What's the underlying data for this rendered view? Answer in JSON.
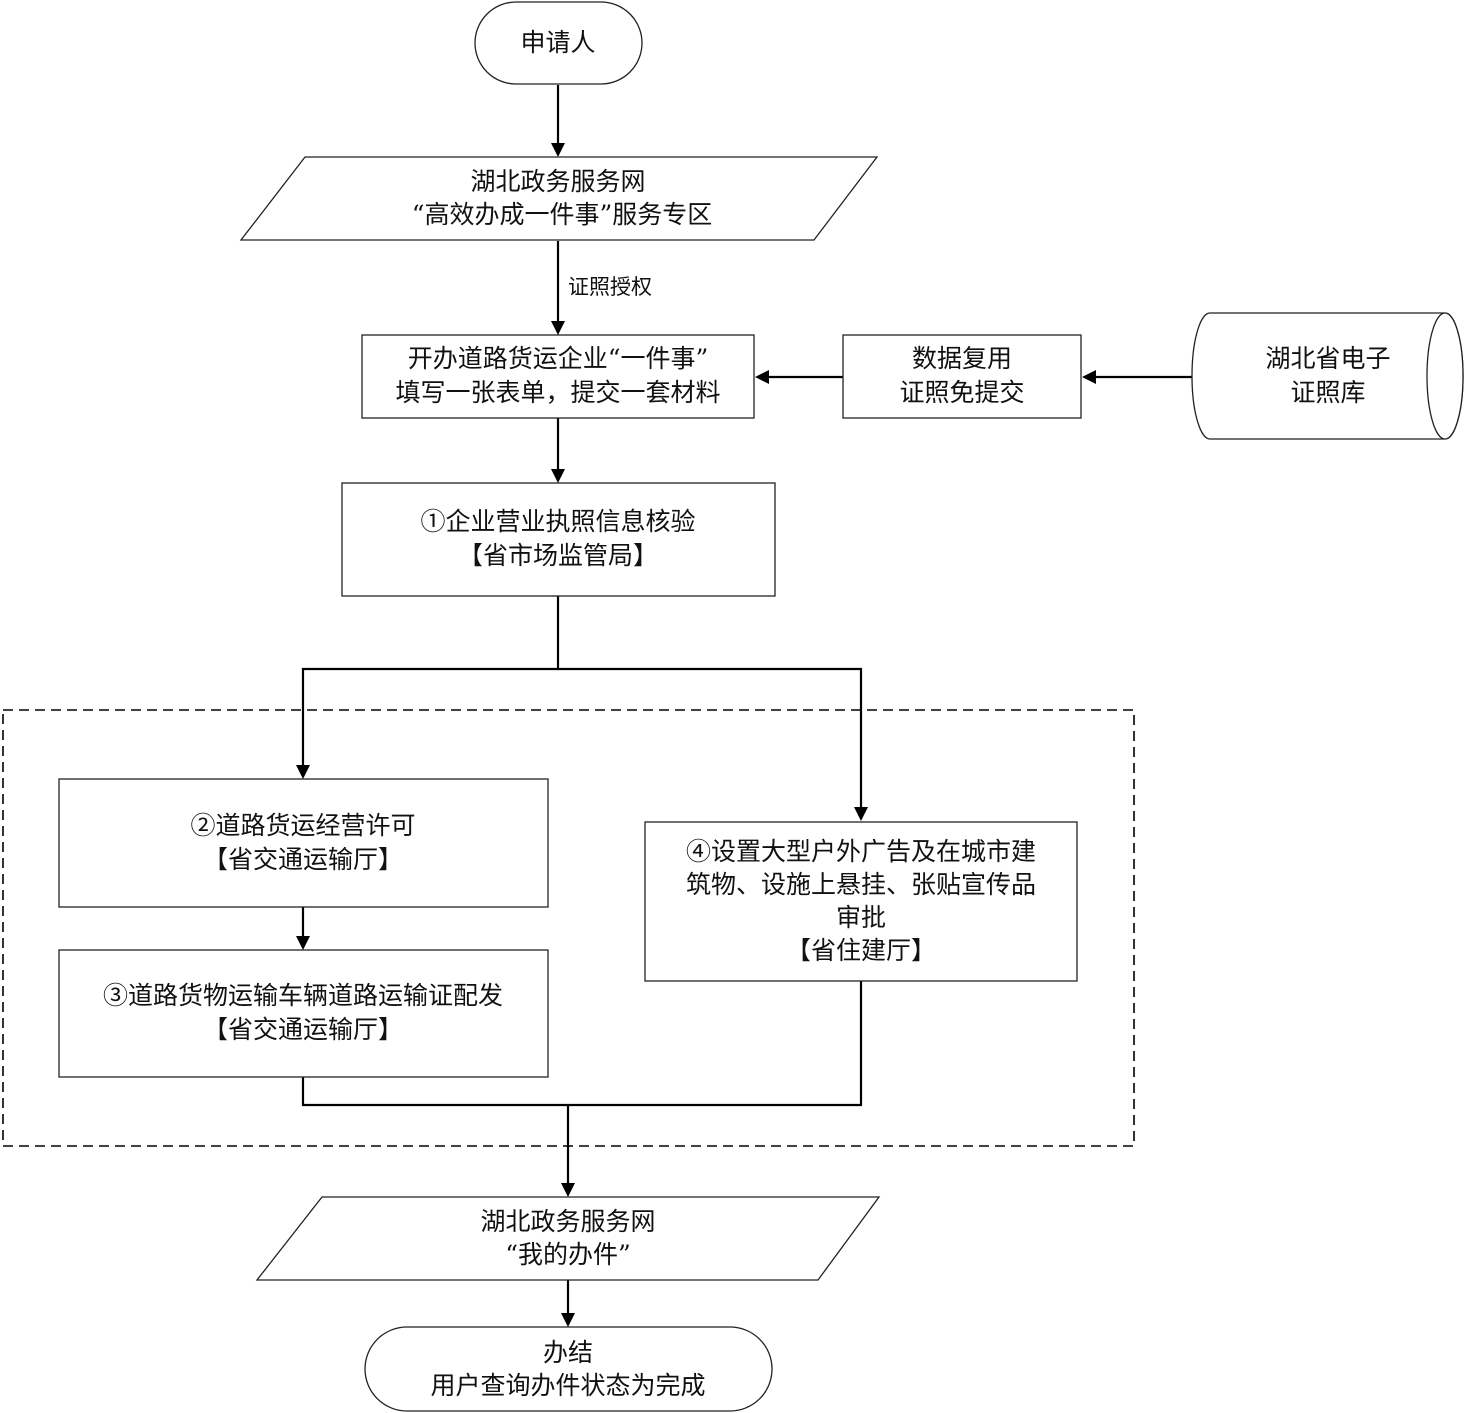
{
  "diagram": {
    "type": "flowchart",
    "nodes": {
      "applicant": {
        "shape": "terminator",
        "lines": [
          "申请人"
        ]
      },
      "portal_zone": {
        "shape": "data-parallelogram",
        "lines": [
          "湖北政务服务网",
          "“高效办成一件事”服务专区"
        ]
      },
      "form_submit": {
        "shape": "process",
        "lines": [
          "开办道路货运企业“一件事”",
          "填写一张表单，提交一套材料"
        ]
      },
      "data_reuse": {
        "shape": "process",
        "lines": [
          "数据复用",
          "证照免提交"
        ]
      },
      "license_db": {
        "shape": "database-cylinder",
        "lines": [
          "湖北省电子",
          "证照库"
        ]
      },
      "step1": {
        "shape": "process",
        "lines": [
          "①企业营业执照信息核验",
          "【省市场监管局】"
        ]
      },
      "step2": {
        "shape": "process",
        "lines": [
          "②道路货运经营许可",
          "【省交通运输厅】"
        ]
      },
      "step3": {
        "shape": "process",
        "lines": [
          "③道路货物运输车辆道路运输证配发",
          "【省交通运输厅】"
        ]
      },
      "step4": {
        "shape": "process",
        "lines": [
          "④设置大型户外广告及在城市建",
          "筑物、设施上悬挂、张贴宣传品",
          "审批",
          "【省住建厅】"
        ]
      },
      "my_cases": {
        "shape": "data-parallelogram",
        "lines": [
          "湖北政务服务网",
          "“我的办件”"
        ]
      },
      "finish": {
        "shape": "terminator",
        "lines": [
          "办结",
          "用户查询办件状态为完成"
        ]
      }
    },
    "edges": [
      {
        "from": "applicant",
        "to": "portal_zone",
        "label": ""
      },
      {
        "from": "portal_zone",
        "to": "form_submit",
        "label": "证照授权"
      },
      {
        "from": "license_db",
        "to": "data_reuse",
        "label": ""
      },
      {
        "from": "data_reuse",
        "to": "form_submit",
        "label": ""
      },
      {
        "from": "form_submit",
        "to": "step1",
        "label": ""
      },
      {
        "from": "step1",
        "to": "step2",
        "label": ""
      },
      {
        "from": "step1",
        "to": "step4",
        "label": ""
      },
      {
        "from": "step2",
        "to": "step3",
        "label": ""
      },
      {
        "from": "step3",
        "to": "my_cases",
        "label": ""
      },
      {
        "from": "step4",
        "to": "my_cases",
        "label": ""
      },
      {
        "from": "my_cases",
        "to": "finish",
        "label": ""
      }
    ],
    "groups": [
      {
        "name": "parallel-processing-group",
        "style": "dashed",
        "members": [
          "step2",
          "step3",
          "step4"
        ]
      }
    ],
    "edge_labels": {
      "authorization": "证照授权"
    },
    "colors": {
      "stroke": "#000000",
      "fill": "#ffffff",
      "text": "#111111"
    }
  }
}
